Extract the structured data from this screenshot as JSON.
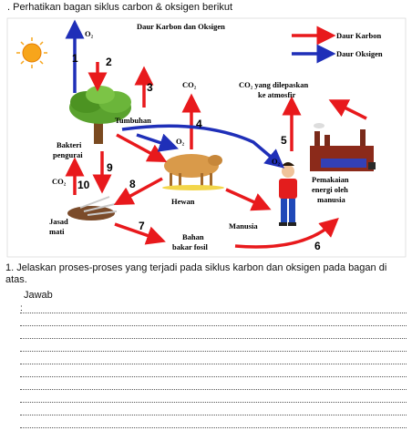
{
  "header": {
    "title": ". Perhatikan bagan siklus carbon & oksigen berikut"
  },
  "diagram": {
    "heading": "Daur Karbon dan Oksigen",
    "legend": {
      "carbon": "Daur Karbon",
      "oxygen": "Daur Oksigen",
      "carbon_color": "#e8191c",
      "oxygen_color": "#1f2fb8"
    },
    "labels": {
      "o2_top": "O₂",
      "tumbuhan": "Tumbuhan",
      "bakteri_1": "Bakteri",
      "bakteri_2": "pengurai",
      "jasad_1": "Jasad",
      "jasad_2": "mati",
      "hewan": "Hewan",
      "bahan_1": "Bahan",
      "bahan_2": "bakar fosil",
      "manusia": "Manusia",
      "co2_a": "CO₂",
      "co2_b": "CO₂ yang dilepaskan",
      "co2_b2": "ke atmosfir",
      "o2_mid": "O₂",
      "o2_right": "O₂",
      "co2_left": "CO₂",
      "pemakaian_1": "Pemakaian",
      "pemakaian_2": "energi oleh",
      "pemakaian_3": "manusia"
    },
    "numbers": [
      "1",
      "2",
      "3",
      "4",
      "5",
      "6",
      "7",
      "8",
      "9",
      "10"
    ]
  },
  "question": {
    "text": "1. Jelaskan proses-proses yang  terjadi pada  siklus karbon dan oksigen pada bagan di atas."
  },
  "answer": {
    "label": "Jawab",
    "colon": ":",
    "lines": 10
  }
}
